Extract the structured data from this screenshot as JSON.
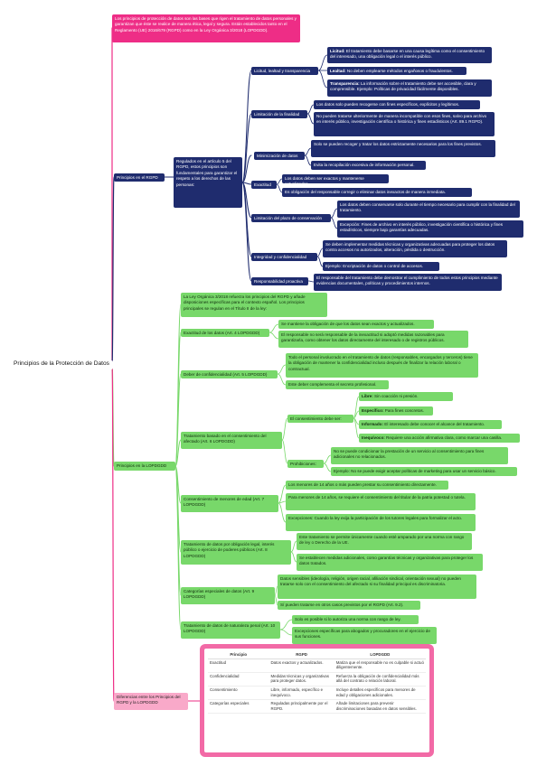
{
  "colors": {
    "navy": "#1f2c6e",
    "green": "#78d86a",
    "pink": "#ee2d86",
    "pink_light": "#f9a9c9",
    "connector_navy": "#1f2c6e",
    "connector_green": "#78d86a",
    "connector_pink": "#ee2d86"
  },
  "root": "Principios de la Protección de Datos",
  "intro": "Los principios de protección de datos son las bases que rigen el tratamiento de datos personales y garantizan que éste se realice de manera ética, legal y segura. Están establecidos tanto en el Reglamento (UE) 2016/679 (RGPD) como en la Ley Orgánica 3/2018 (LOPDGDD).",
  "rgpd": {
    "label": "Principios en el RGPD",
    "desc": "Regulados en el artículo 5 del RGPD, estos principios son fundamentales para garantizar el respeto a los derechos de las personas:",
    "licitud": {
      "label": "Licitud, lealtad y transparencia",
      "items": [
        {
          "bold": "Licitud:",
          "text": " El tratamiento debe basarse en una causa legítima como el consentimiento del interesado, una obligación legal o el interés público."
        },
        {
          "bold": "Lealtad:",
          "text": " No deben emplearse métodos engañosos o fraudulentos."
        },
        {
          "bold": "Transparencia:",
          "text": " La información sobre el tratamiento debe ser accesible, clara y comprensible. Ejemplo: Políticas de privacidad fácilmente disponibles."
        }
      ]
    },
    "finalidad": {
      "label": "Limitación de la finalidad",
      "items": [
        "Los datos solo pueden recogerse con fines específicos, explícitos y legítimos.",
        "No pueden tratarse ulteriormente de manera incompatible con esos fines, salvo para archivo en interés público, investigación científica o histórica y fines estadísticos (Art. 89.1 RGPD)."
      ]
    },
    "minimizacion": {
      "label": "Minimización de datos",
      "items": [
        "Solo se pueden recoger y tratar los datos estrictamente necesarios para los fines previstos.",
        "Evita la recopilación excesiva de información personal."
      ]
    },
    "exactitud": {
      "label": "Exactitud",
      "items": [
        "Los datos deben ser exactos y mantenerse actualizados.",
        "Es obligación del responsable corregir o eliminar datos inexactos de manera inmediata."
      ]
    },
    "plazo": {
      "label": "Limitación del plazo de conservación",
      "items": [
        "Los datos deben conservarse solo durante el tiempo necesario para cumplir con la finalidad del tratamiento.",
        "Excepción: Fines de archivo en interés público, investigación científica o histórica y fines estadísticos, siempre bajo garantías adecuadas."
      ]
    },
    "integridad": {
      "label": "Integridad y confidencialidad",
      "items": [
        "Se deben implementar medidas técnicas y organizativas adecuadas para proteger los datos contra accesos no autorizados, alteración, pérdida o destrucción.",
        "Ejemplo: Encriptación de datos o control de accesos."
      ]
    },
    "responsabilidad": {
      "label": "Responsabilidad proactiva",
      "items": [
        "El responsable del tratamiento debe demostrar el cumplimiento de todos estos principios mediante evidencias documentales, políticas y procedimientos internos."
      ]
    }
  },
  "lopd": {
    "label": "Principios en la LOPDGDD",
    "desc": "La Ley Orgánica 3/2018 refuerza los principios del RGPD y añade disposiciones específicas para el contexto español. Los principios principales se regulan en el Título II de la ley:",
    "exactitud": {
      "label": "Exactitud de los datos (Art. 4 LOPDGDD)",
      "items": [
        "Se mantiene la obligación de que los datos sean exactos y actualizados.",
        "El responsable no será responsable de la inexactitud si adoptó medidas razonables para garantizarla, como obtener los datos directamente del interesado o de registros públicos."
      ]
    },
    "confidencialidad": {
      "label": "Deber de confidencialidad (Art. 5 LOPDGDD)",
      "items": [
        "Todo el personal involucrado en el tratamiento de datos (responsables, encargados y terceros) tiene la obligación de mantener la confidencialidad incluso después de finalizar la relación laboral o contractual.",
        "Este deber complementa el secreto profesional."
      ]
    },
    "consentimiento": {
      "label": "Tratamiento basado en el consentimiento del afectado (Art. 6 LOPDGDD)",
      "sub1": "El consentimiento debe ser:",
      "sub1_items": [
        {
          "bold": "Libre:",
          "text": " Sin coacción ni presión."
        },
        {
          "bold": "Específico:",
          "text": " Para fines concretos."
        },
        {
          "bold": "Informado:",
          "text": " El interesado debe conocer el alcance del tratamiento."
        },
        {
          "bold": "Inequívoco:",
          "text": " Requiere una acción afirmativa clara, como marcar una casilla."
        }
      ],
      "sub2": "Prohibiciones:",
      "sub2_items": [
        "No se puede condicionar la prestación de un servicio al consentimiento para fines adicionales no relacionados.",
        "Ejemplo: No se puede exigir aceptar políticas de marketing para usar un servicio básico."
      ]
    },
    "menores": {
      "label": "Consentimiento de menores de edad (Art. 7 LOPDGDD)",
      "items": [
        "Los menores de 14 años o más pueden prestar su consentimiento directamente.",
        "Para menores de 14 años, se requiere el consentimiento del titular de la patria potestad o tutela.",
        "Excepciones: Cuando la ley exija la participación de los tutores legales para formalizar el acto."
      ]
    },
    "obligacion": {
      "label": "Tratamiento de datos por obligación legal, interés público o ejercicio de poderes públicos (Art. 8 LOPDGDD)",
      "items": [
        "Este tratamiento se permite únicamente cuando esté amparado por una norma con rango de ley o Derecho de la UE.",
        "Se establecen medidas adicionales, como garantías técnicas y organizativas para proteger los datos tratados."
      ]
    },
    "especiales": {
      "label": "Categorías especiales de datos (Art. 9 LOPDGDD)",
      "items": [
        "Datos sensibles (ideología, religión, origen racial, afiliación sindical, orientación sexual) no pueden tratarse solo con el consentimiento del afectado si su finalidad principal es discriminatoria.",
        "Sí pueden tratarse en otros casos previstos por el RGPD (Art. 9.2)."
      ]
    },
    "penal": {
      "label": "Tratamiento de datos de naturaleza penal (Art. 10 LOPDGDD)",
      "items": [
        "Solo es posible si lo autoriza una norma con rango de ley.",
        "Excepciones específicas para abogados y procuradores en el ejercicio de sus funciones."
      ]
    }
  },
  "diferencias": {
    "label": "Diferencias entre los Principios del RGPD y la LOPDGDD",
    "headers": [
      "Principio",
      "RGPD",
      "LOPDGDD"
    ],
    "rows": [
      [
        "Exactitud",
        "Datos exactos y actualizados.",
        "Matiza que el responsable no es culpable si actuó diligentemente."
      ],
      [
        "Confidencialidad",
        "Medidas técnicas y organizativas para proteger datos.",
        "Refuerza la obligación de confidencialidad más allá del contrato o relación laboral."
      ],
      [
        "Consentimiento",
        "Libre, informado, específico e inequívoco.",
        "Incluye detalles específicos para menores de edad y obligaciones adicionales."
      ],
      [
        "Categorías especiales",
        "Reguladas principalmente por el RGPD.",
        "Añade limitaciones para prevenir discriminaciones basadas en datos sensibles."
      ]
    ]
  }
}
